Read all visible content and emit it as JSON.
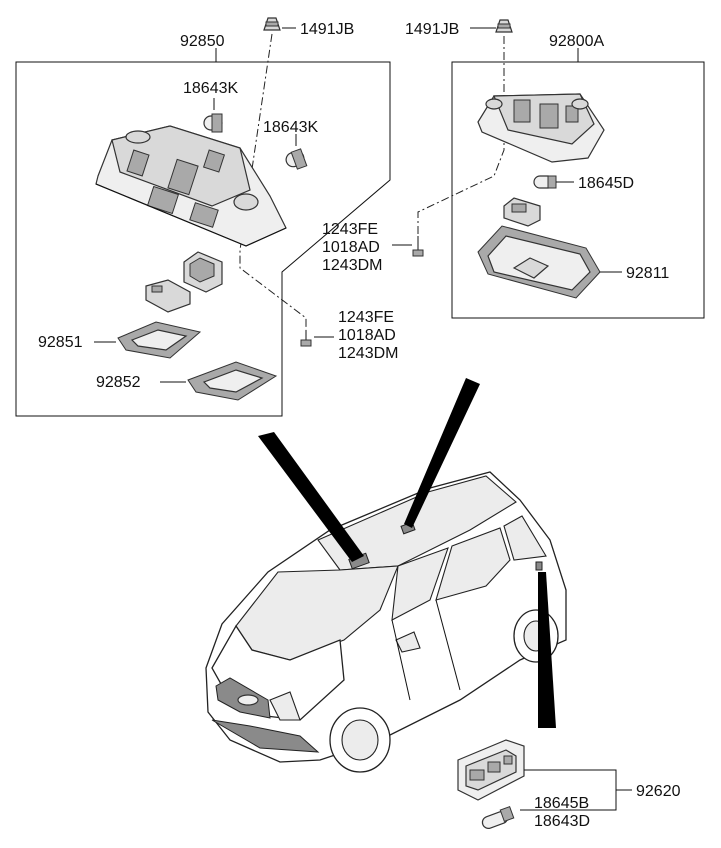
{
  "labels": {
    "front_lamp_assy": "92850",
    "clip_left": "1491JB",
    "clip_right": "1491JB",
    "rear_lamp_assy": "92800A",
    "bulb_a": "18643K",
    "bulb_b": "18643K",
    "bulb_rear": "18645D",
    "lens_rear": "92811",
    "screw_right_1": "1243FE",
    "screw_right_2": "1018AD",
    "screw_right_3": "1243DM",
    "screw_left_1": "1243FE",
    "screw_left_2": "1018AD",
    "screw_left_3": "1243DM",
    "lens_1": "92851",
    "lens_2": "92852",
    "luggage_lamp": "92620",
    "luggage_bulb_1": "18645B",
    "luggage_bulb_2": "18643D"
  }
}
